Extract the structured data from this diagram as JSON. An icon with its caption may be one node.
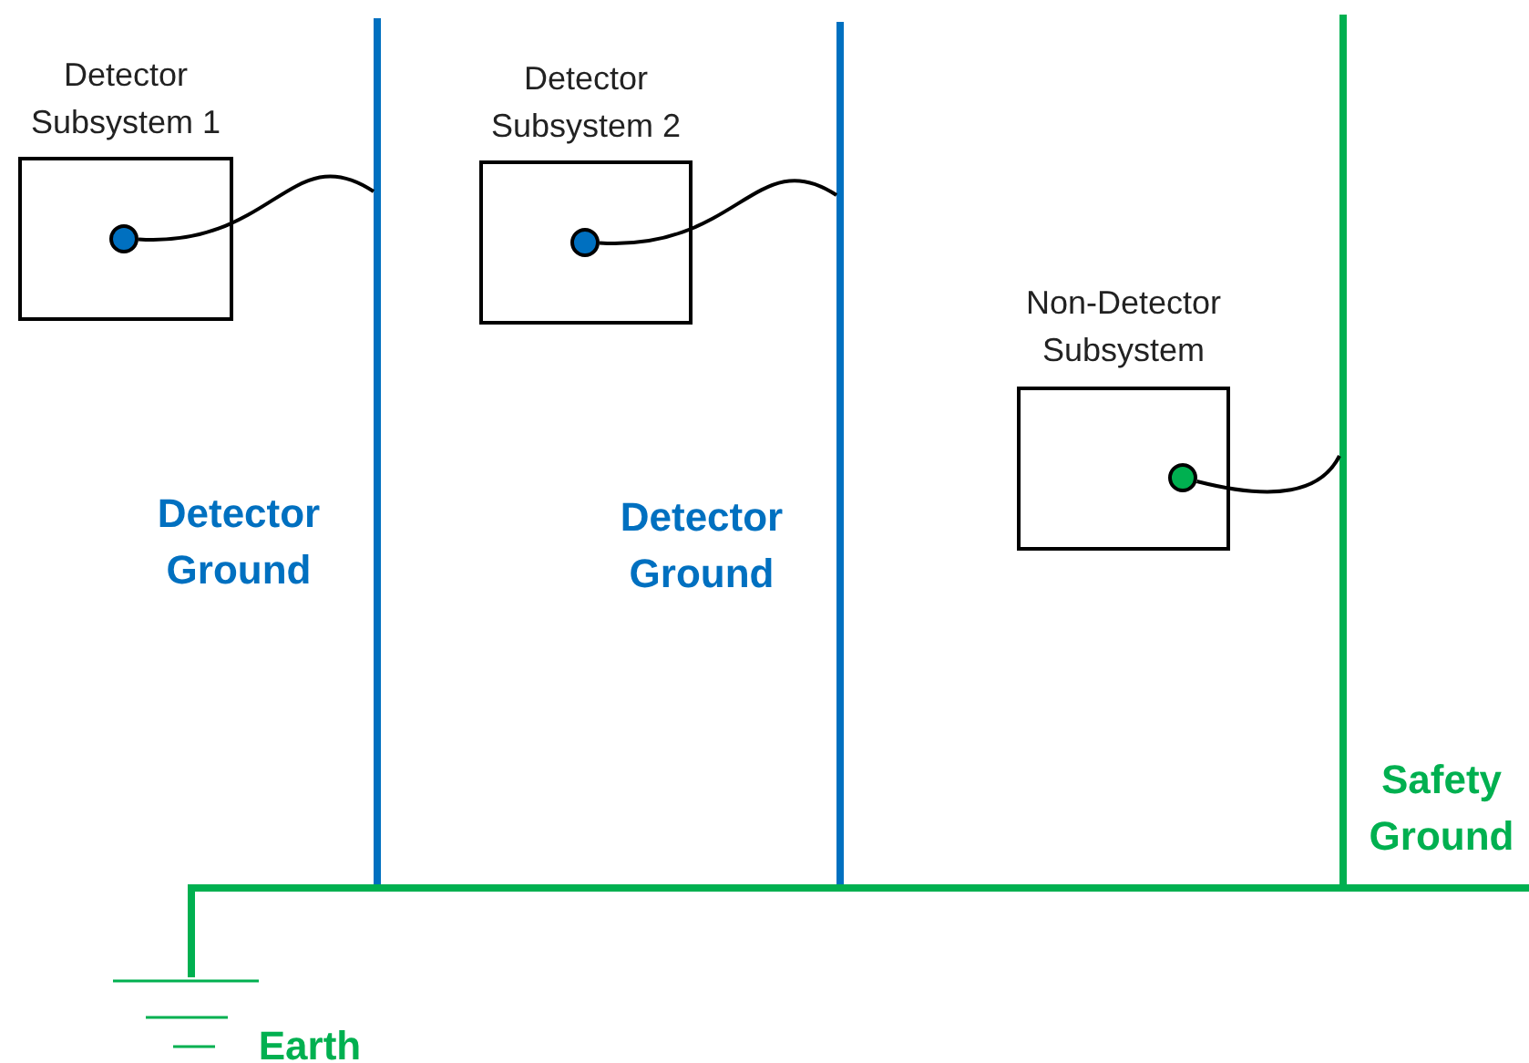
{
  "diagram": {
    "nodes": [
      {
        "text": [
          "Detector Subsystem 1"
        ]
      },
      {
        "text": [],
        "shape": "circle",
        "in": 0
      },
      {
        "text": [
          "Detector Subsystem 2"
        ]
      },
      {
        "text": [],
        "shape": "circle",
        "in": 2
      },
      {
        "text": [
          "Non-Detector Subsystem"
        ]
      },
      {
        "text": [],
        "shape": "circle",
        "in": 4
      },
      {
        "text": [],
        "shape": "bar",
        "beside": [
          "Detector Ground"
        ]
      },
      {
        "text": [],
        "shape": "bar",
        "beside": [
          "Detector Ground"
        ]
      },
      {
        "text": [],
        "shape": "bar",
        "beside": [
          "Safety Ground"
        ]
      },
      {
        "text": [],
        "shape": "bar"
      },
      {
        "text": [],
        "shape": "ground",
        "beside": [
          "Earth"
        ]
      }
    ],
    "edges": [
      {
        "from": 1,
        "to": 6,
        "arrow": "none"
      },
      {
        "from": 3,
        "to": 7,
        "arrow": "none"
      },
      {
        "from": 5,
        "to": 8,
        "arrow": "none"
      },
      {
        "from": 9,
        "to": 10,
        "arrow": "none",
        "style": "thick",
        "color": "#00b050"
      }
    ]
  }
}
